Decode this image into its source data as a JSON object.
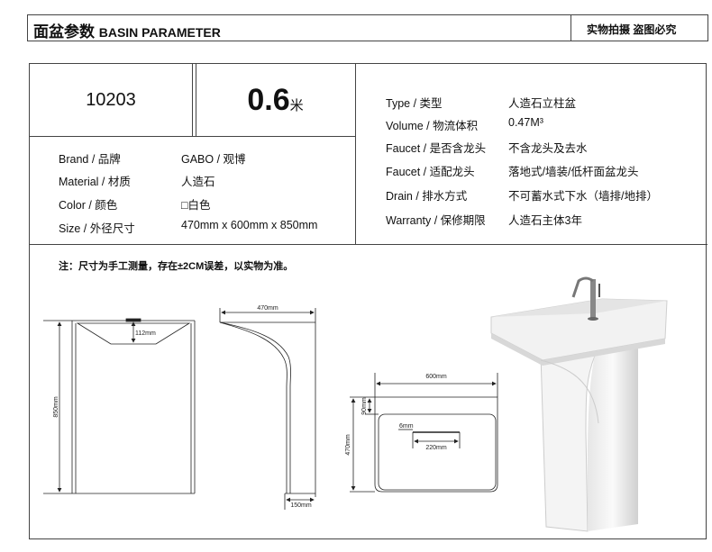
{
  "header": {
    "title_cn": "面盆参数",
    "title_en": "BASIN PARAMETER",
    "notice": "实物拍摄 盗图必究"
  },
  "product": {
    "code": "10203",
    "length_value": "0.6",
    "length_unit": "米"
  },
  "left_specs": [
    {
      "label": "Brand / 品牌",
      "value": "GABO / 观博"
    },
    {
      "label": "Material / 材质",
      "value": "人造石"
    },
    {
      "label": "Color / 颜色",
      "value": "□白色"
    },
    {
      "label": "Size / 外径尺寸",
      "value": "470mm x 600mm x 850mm"
    }
  ],
  "right_specs": [
    {
      "label": "Type / 类型",
      "value": "人造石立柱盆"
    },
    {
      "label": "Volume /  物流体积",
      "value": "0.47M³"
    },
    {
      "label": "Faucet / 是否含龙头",
      "value": "不含龙头及去水"
    },
    {
      "label": "Faucet / 适配龙头",
      "value": "落地式/墙装/低杆面盆龙头"
    },
    {
      "label": "Drain / 排水方式",
      "value": "不可蓄水式下水（墙排/地排）"
    },
    {
      "label": "Warranty / 保修期限",
      "value": "人造石主体3年"
    }
  ],
  "note": "注：尺寸为手工测量，存在±2CM误差，以实物为准。",
  "dimensions": {
    "height": "850mm",
    "basin_depth": "112mm",
    "depth_top": "470mm",
    "base_width": "150mm",
    "width": "600mm",
    "depth": "470mm",
    "rim": "90mm",
    "drain_offset": "6mm",
    "drain_length": "220mm"
  }
}
